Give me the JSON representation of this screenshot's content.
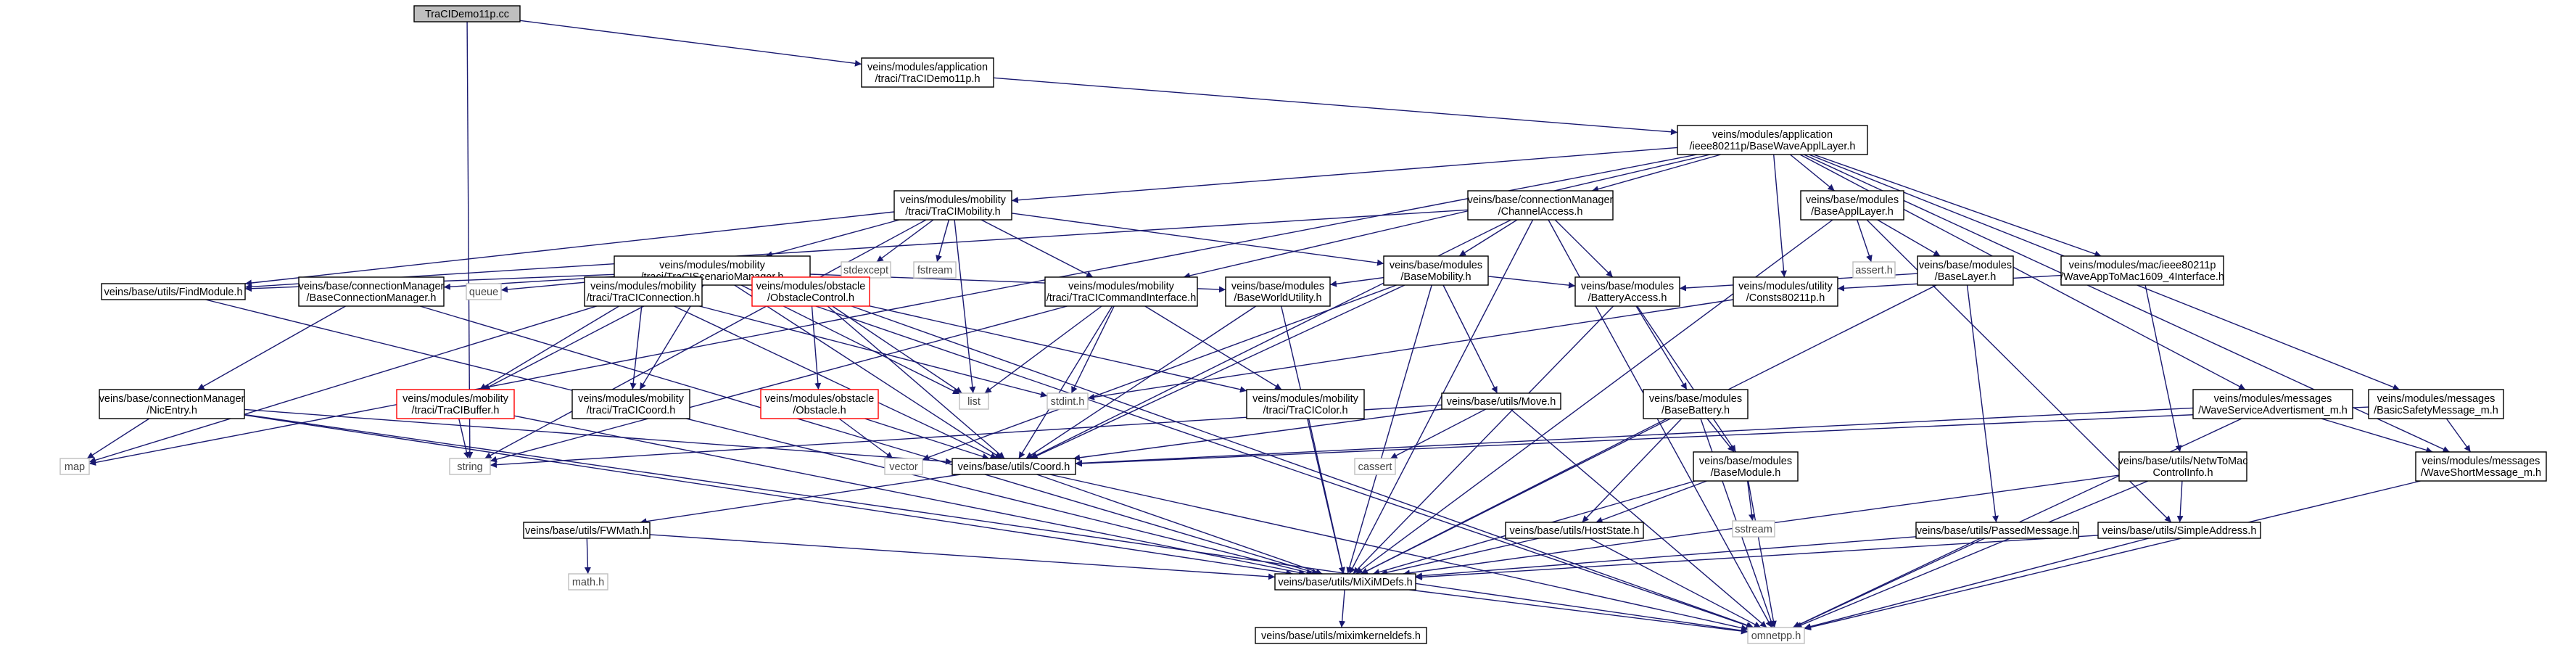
{
  "colors": {
    "edge": "#191970",
    "root_fill": "#bfbfbf",
    "box_border": "#000000",
    "missing_border": "#bfbfbf",
    "red_border": "#ff0000",
    "background": "#ffffff"
  },
  "nodes": [
    {
      "id": "root",
      "lines": [
        "TraCIDemo11p.cc"
      ],
      "kind": "root"
    },
    {
      "id": "tracidemo_h",
      "lines": [
        "veins/modules/application",
        "/traci/TraCIDemo11p.h"
      ],
      "kind": "normal"
    },
    {
      "id": "basewave",
      "lines": [
        "veins/modules/application",
        "/ieee80211p/BaseWaveApplLayer.h"
      ],
      "kind": "normal"
    },
    {
      "id": "tracimobility",
      "lines": [
        "veins/modules/mobility",
        "/traci/TraCIMobility.h"
      ],
      "kind": "normal"
    },
    {
      "id": "channelaccess",
      "lines": [
        "veins/base/connectionManager",
        "/ChannelAccess.h"
      ],
      "kind": "normal"
    },
    {
      "id": "baseappl",
      "lines": [
        "veins/base/modules",
        "/BaseApplLayer.h"
      ],
      "kind": "normal"
    },
    {
      "id": "waveapp",
      "lines": [
        "veins/modules/mac/ieee80211p",
        "/WaveAppToMac1609_4Interface.h"
      ],
      "kind": "normal"
    },
    {
      "id": "scenario",
      "lines": [
        "veins/modules/mobility",
        "/traci/TraCIScenarioManager.h"
      ],
      "kind": "normal"
    },
    {
      "id": "stdexcept",
      "lines": [
        "stdexcept"
      ],
      "kind": "missing"
    },
    {
      "id": "fstream",
      "lines": [
        "fstream"
      ],
      "kind": "missing"
    },
    {
      "id": "basemobility",
      "lines": [
        "veins/base/modules",
        "/BaseMobility.h"
      ],
      "kind": "normal"
    },
    {
      "id": "asserth",
      "lines": [
        "assert.h"
      ],
      "kind": "missing"
    },
    {
      "id": "baselayer",
      "lines": [
        "veins/base/modules",
        "/BaseLayer.h"
      ],
      "kind": "normal"
    },
    {
      "id": "findmodule",
      "lines": [
        "veins/base/utils/FindModule.h"
      ],
      "kind": "normal"
    },
    {
      "id": "baseconnmgr",
      "lines": [
        "veins/base/connectionManager",
        "/BaseConnectionManager.h"
      ],
      "kind": "normal"
    },
    {
      "id": "queue",
      "lines": [
        "queue"
      ],
      "kind": "missing"
    },
    {
      "id": "tracicon",
      "lines": [
        "veins/modules/mobility",
        "/traci/TraCIConnection.h"
      ],
      "kind": "normal"
    },
    {
      "id": "obstaclecontrol",
      "lines": [
        "veins/modules/obstacle",
        "/ObstacleControl.h"
      ],
      "kind": "red"
    },
    {
      "id": "tracicmd",
      "lines": [
        "veins/modules/mobility",
        "/traci/TraCICommandInterface.h"
      ],
      "kind": "normal"
    },
    {
      "id": "baseworld",
      "lines": [
        "veins/base/modules",
        "/BaseWorldUtility.h"
      ],
      "kind": "normal"
    },
    {
      "id": "battaccess",
      "lines": [
        "veins/base/modules",
        "/BatteryAccess.h"
      ],
      "kind": "normal"
    },
    {
      "id": "consts",
      "lines": [
        "veins/modules/utility",
        "/Consts80211p.h"
      ],
      "kind": "normal"
    },
    {
      "id": "nicentry",
      "lines": [
        "veins/base/connectionManager",
        "/NicEntry.h"
      ],
      "kind": "normal"
    },
    {
      "id": "tracibuffer",
      "lines": [
        "veins/modules/mobility",
        "/traci/TraCIBuffer.h"
      ],
      "kind": "red"
    },
    {
      "id": "tracicoord",
      "lines": [
        "veins/modules/mobility",
        "/traci/TraCICoord.h"
      ],
      "kind": "normal"
    },
    {
      "id": "obstacle",
      "lines": [
        "veins/modules/obstacle",
        "/Obstacle.h"
      ],
      "kind": "red"
    },
    {
      "id": "list",
      "lines": [
        "list"
      ],
      "kind": "missing"
    },
    {
      "id": "stdint",
      "lines": [
        "stdint.h"
      ],
      "kind": "missing"
    },
    {
      "id": "tracicolor",
      "lines": [
        "veins/modules/mobility",
        "/traci/TraCIColor.h"
      ],
      "kind": "normal"
    },
    {
      "id": "move",
      "lines": [
        "veins/base/utils/Move.h"
      ],
      "kind": "normal"
    },
    {
      "id": "basebattery",
      "lines": [
        "veins/base/modules",
        "/BaseBattery.h"
      ],
      "kind": "normal"
    },
    {
      "id": "wsa",
      "lines": [
        "veins/modules/messages",
        "/WaveServiceAdvertisment_m.h"
      ],
      "kind": "normal"
    },
    {
      "id": "bsm",
      "lines": [
        "veins/modules/messages",
        "/BasicSafetyMessage_m.h"
      ],
      "kind": "normal"
    },
    {
      "id": "map",
      "lines": [
        "map"
      ],
      "kind": "missing"
    },
    {
      "id": "string",
      "lines": [
        "string"
      ],
      "kind": "missing"
    },
    {
      "id": "vector",
      "lines": [
        "vector"
      ],
      "kind": "missing"
    },
    {
      "id": "coord",
      "lines": [
        "veins/base/utils/Coord.h"
      ],
      "kind": "normal"
    },
    {
      "id": "cassert",
      "lines": [
        "cassert"
      ],
      "kind": "missing"
    },
    {
      "id": "basemodule",
      "lines": [
        "veins/base/modules",
        "/BaseModule.h"
      ],
      "kind": "normal"
    },
    {
      "id": "nettomac",
      "lines": [
        "veins/base/utils/NetwToMac",
        "ControlInfo.h"
      ],
      "kind": "normal"
    },
    {
      "id": "wsm",
      "lines": [
        "veins/modules/messages",
        "/WaveShortMessage_m.h"
      ],
      "kind": "normal"
    },
    {
      "id": "fwmath",
      "lines": [
        "veins/base/utils/FWMath.h"
      ],
      "kind": "normal"
    },
    {
      "id": "sstream",
      "lines": [
        "sstream"
      ],
      "kind": "missing"
    },
    {
      "id": "hoststate",
      "lines": [
        "veins/base/utils/HostState.h"
      ],
      "kind": "normal"
    },
    {
      "id": "passedmsg",
      "lines": [
        "veins/base/utils/PassedMessage.h"
      ],
      "kind": "normal"
    },
    {
      "id": "simpleaddr",
      "lines": [
        "veins/base/utils/SimpleAddress.h"
      ],
      "kind": "normal"
    },
    {
      "id": "mathh",
      "lines": [
        "math.h"
      ],
      "kind": "missing"
    },
    {
      "id": "miximdefs",
      "lines": [
        "veins/base/utils/MiXiMDefs.h"
      ],
      "kind": "normal"
    },
    {
      "id": "miximkernel",
      "lines": [
        "veins/base/utils/miximkerneldefs.h"
      ],
      "kind": "normal"
    },
    {
      "id": "omnetpp",
      "lines": [
        "omnetpp.h"
      ],
      "kind": "missing"
    }
  ]
}
